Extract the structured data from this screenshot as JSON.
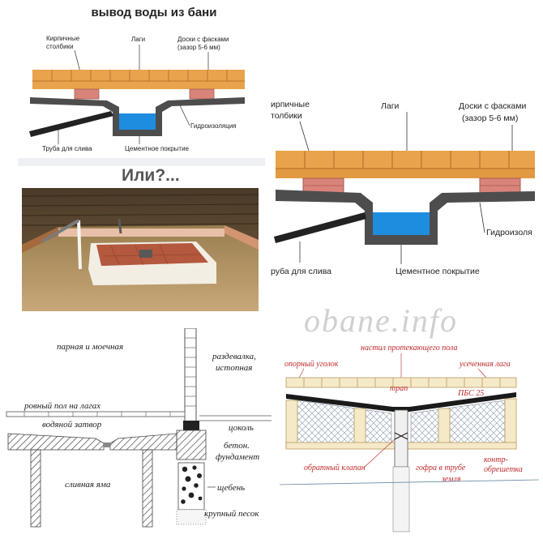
{
  "top_left": {
    "title": "вывод воды из бани",
    "labels": {
      "brick_posts": "Кирпичные столбики",
      "joists": "Лаги",
      "boards": "Доски с фасками (зазор 5-6 мм)",
      "waterproofing": "Гидроизоляция",
      "drain_pipe": "Труба для слива",
      "cement": "Цементное покрытие"
    }
  },
  "question": "Или?...",
  "right_top": {
    "labels": {
      "brick_posts": "Кирпичные столбики",
      "joists": "Лаги",
      "boards": "Доски с фасками (зазор 5-6 мм)",
      "waterproofing": "Гидроизоляция",
      "drain_pipe": "Труба для слива",
      "cement": "Цементное покрытие"
    }
  },
  "watermark": "obane.info",
  "bottom_left": {
    "labels": {
      "steam_room": "парная и моечная",
      "dressing_room": "раздевалка, истопная",
      "floor_on_joists": "ровный пол на лагах",
      "water_seal": "водяной затвор",
      "plinth": "цоколь",
      "concrete_foundation": "бетон. фундамент",
      "drain_pit": "сливная яма",
      "gravel": "щебень",
      "coarse_sand": "крупный песок"
    }
  },
  "bottom_right": {
    "labels": {
      "leaking_floor": "настил протекающего пола",
      "support_angle": "опорный уголок",
      "cut_joist": "усеченная лага",
      "drain_trap": "трап",
      "pbs": "ПБС 25",
      "check_valve": "обратный клапан",
      "corrugation": "гофра в трубе",
      "counter_lathing": "контр-обрешетка",
      "ground": "земля"
    }
  },
  "colors": {
    "board": "#e8a34c",
    "board_dark": "#b8742a",
    "brick": "#d9847a",
    "water": "#1e8de0",
    "membrane": "#4d4d4d"
  }
}
